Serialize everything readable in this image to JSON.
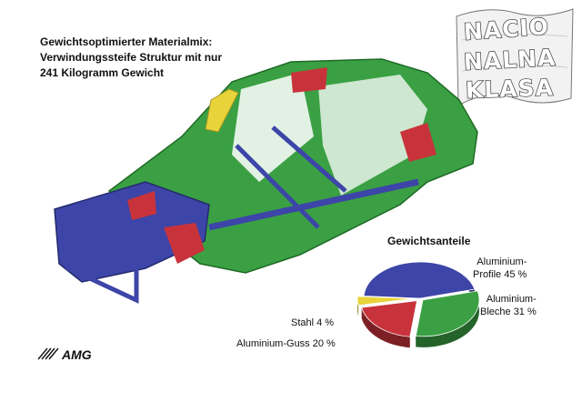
{
  "headline": {
    "line1": "Gewichtsoptimierter Materialmix:",
    "line2": "Verwindungssteife Struktur mit nur",
    "line3": "241 Kilogramm Gewicht"
  },
  "stamp": {
    "line1": "NACIO",
    "line2": "NALNA",
    "line3": "KLASA"
  },
  "brand_logo": "AMG",
  "colors": {
    "aluminium_profile": "#3d45a8",
    "aluminium_sheet": "#3aa043",
    "aluminium_cast": "#c8333b",
    "steel": "#e8d33a"
  },
  "chart_data": {
    "type": "pie",
    "title": "Gewichtsanteile",
    "slices": [
      {
        "label_line1": "Aluminium-",
        "label_line2": "Profile 45 %",
        "name": "Aluminium-Profile",
        "value": 45,
        "color": "#3d45a8"
      },
      {
        "label_line1": "Aluminium-",
        "label_line2": "Bleche 31 %",
        "name": "Aluminium-Bleche",
        "value": 31,
        "color": "#3aa043"
      },
      {
        "label_line1": "Aluminium-Guss 20 %",
        "name": "Aluminium-Guss",
        "value": 20,
        "color": "#c8333b"
      },
      {
        "label_line1": "Stahl 4 %",
        "name": "Stahl",
        "value": 4,
        "color": "#e8d33a"
      }
    ]
  }
}
